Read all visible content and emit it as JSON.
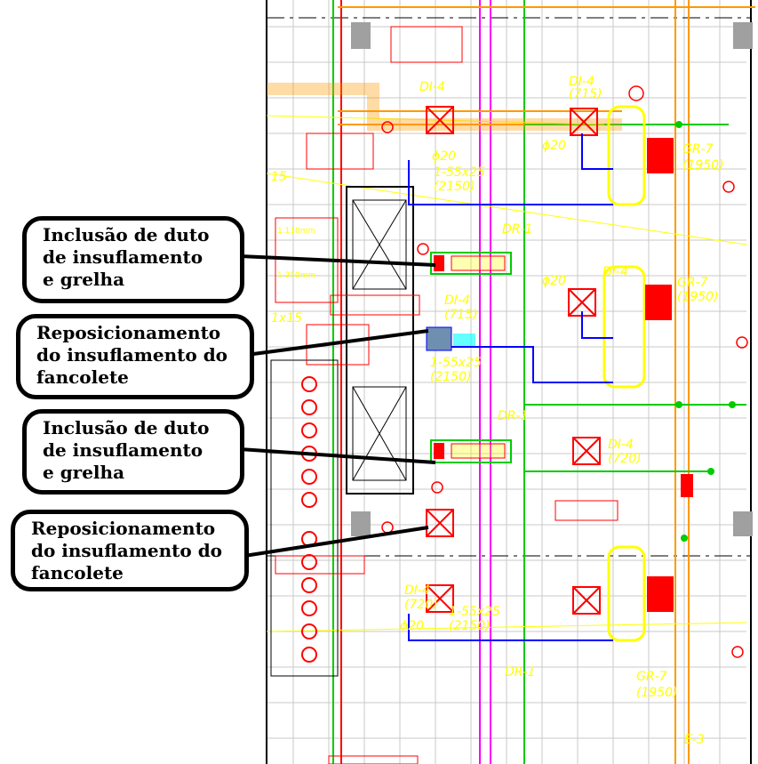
{
  "callouts": [
    {
      "lines": [
        "Inclusão de duto",
        "de insuflamento",
        "e grelha"
      ]
    },
    {
      "lines": [
        "Reposicionamento",
        "do insuflamento do",
        "fancolete"
      ]
    },
    {
      "lines": [
        "Inclusão de duto",
        "de insuflamento",
        "e grelha"
      ]
    },
    {
      "lines": [
        "Reposicionamento",
        "do insuflamento do",
        "fancolete"
      ]
    }
  ],
  "plan_labels": {
    "gr7_a": "GR-7",
    "gr7_a_val": "(1950)",
    "gr7_b": "GR-7",
    "gr7_b_val": "(1950)",
    "gr7_c": "GR-7",
    "gr7_c_val": "(1950)",
    "di4_a": "DI-4",
    "di4_a_val": "(715)",
    "di4_b": "DI-4",
    "di4_b_val": "(715)",
    "di4_c": "DI-4",
    "di4_c_val": "(720)",
    "di4_d": "DI-4",
    "di4_d_val": "(720)",
    "di4_e": "DI-4",
    "phi20_a": "ϕ20",
    "phi20_b": "ϕ20",
    "phi20_c": "ϕ20",
    "phi20_d": "ϕ20",
    "duct_a": "1-55x25",
    "duct_a_val": "(2150)",
    "duct_b": "1-55x25",
    "duct_b_val": "(2150)",
    "duct_c": "1-55x25",
    "duct_c_val": "(2150)",
    "dr1_a": "DR-1",
    "dr1_b": "DR-1",
    "dr1_c": "DR-1",
    "size_a": "1x15",
    "num_15": "15",
    "spec_a": "1.110mm",
    "spec_b": "1.250mm",
    "e3": "E-3"
  },
  "colors": {
    "red": "#ff0000",
    "yellow": "#ffff00",
    "magenta": "#ff00ff",
    "blue": "#0000ff",
    "cyan": "#00ffff",
    "green": "#00cc00",
    "orange": "#ff9900",
    "grid": "#c8c8c8",
    "gray": "#a0a0a0"
  }
}
